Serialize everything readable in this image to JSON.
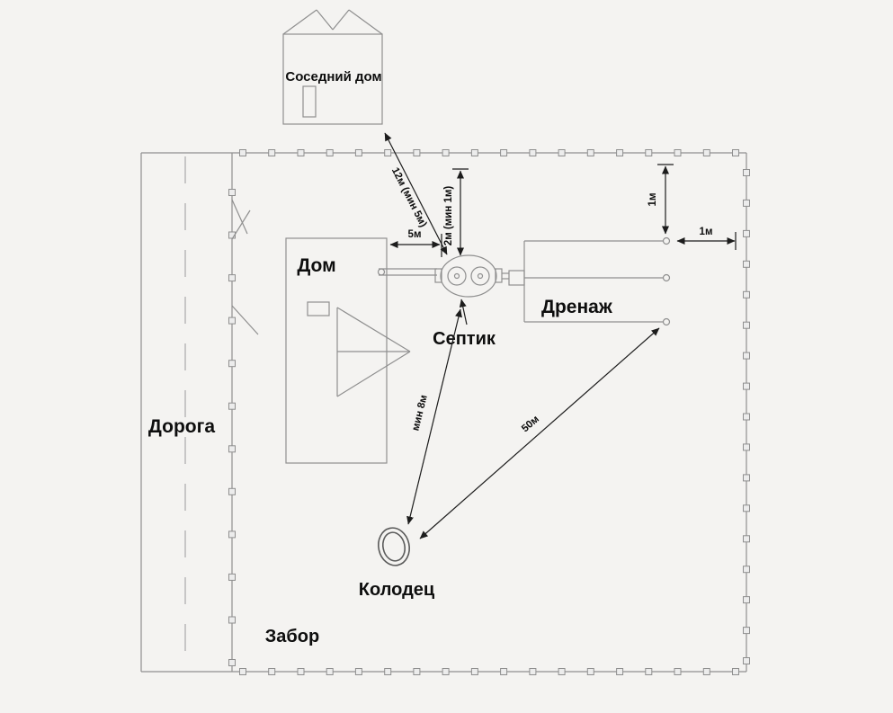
{
  "labels": {
    "road": "Дорога",
    "house": "Дом",
    "neighbor_house": "Соседний дом",
    "septic": "Септик",
    "drainage": "Дренаж",
    "well": "Колодец",
    "fence": "Забор"
  },
  "dimensions": {
    "house_to_septic": "5м",
    "septic_to_top_fence": "2м (мин 1м)",
    "septic_to_neighbor_house": "12м (мин 5м)",
    "drainage_to_top_fence": "1м",
    "drainage_to_right_fence": "1м",
    "septic_to_well": "мин 8м",
    "well_to_drainage": "50м"
  },
  "colors": {
    "background": "#f4f3f1",
    "plot_line": "#8f8f8f",
    "dimension_line": "#1c1c1c",
    "text": "#0e0e0e"
  }
}
